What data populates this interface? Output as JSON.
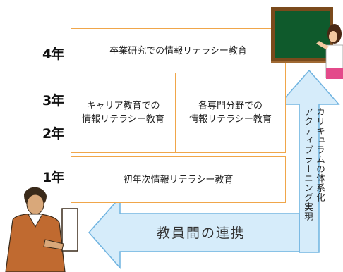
{
  "years": {
    "y4": "4年",
    "y3": "3年",
    "y2": "2年",
    "y1": "1年"
  },
  "boxes": {
    "senior": "卒業研究での情報リテラシー教育",
    "career_line1": "キャリア教育での",
    "career_line2": "情報リテラシー教育",
    "major_line1": "各専門分野での",
    "major_line2": "情報リテラシー教育",
    "freshman": "初年次情報リテラシー教育"
  },
  "vertical_arrow": {
    "line1": "カリキュラムの体系化",
    "line2": "アクティブラーニング実現"
  },
  "horizontal_arrow": {
    "label": "教員間の連携"
  },
  "colors": {
    "box_border": "#f0a64a",
    "arrow_fill": "#d6ecfa",
    "arrow_stroke": "#6fb3e0",
    "board_green": "#0f5a2c",
    "board_frame": "#7a4a1c"
  }
}
